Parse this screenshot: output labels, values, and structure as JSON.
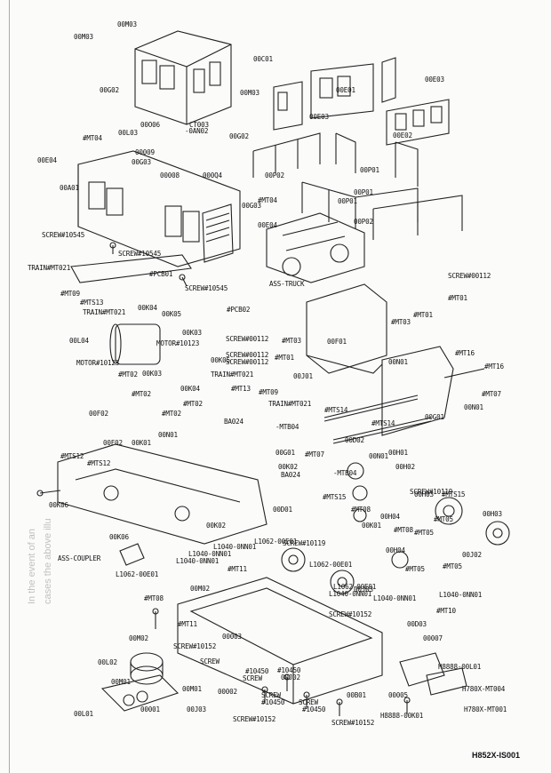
{
  "doc_code": "H852X-IS001",
  "bleed_text": [
    "In the event of an",
    "cases the above illu"
  ],
  "callouts": [
    "00M03",
    "00M03",
    "00G02",
    "00C01",
    "00M03",
    "00E01",
    "00E03",
    "00E03",
    "00E02",
    "00O06",
    "00L03",
    "CT003",
    "-0AN02",
    "00G02",
    "#MT04",
    "00E04",
    "00G03",
    "00009",
    "00008",
    "000Q4",
    "00P02",
    "00P01",
    "00P01",
    "00P01",
    "00P02",
    "00A01",
    "00G03",
    "#MT04",
    "00E04",
    "SCREW#10545",
    "SCREW#10545",
    "ASS-TRUCK",
    "TRAIN#MT021",
    "#PCB01",
    "SCREW#10545",
    "#MT09",
    "#MTS13",
    "TRAIN#MT021",
    "00K04",
    "00K05",
    "#PCB02",
    "SCREW#00112",
    "SCREW#00112",
    "00L04",
    "00K03",
    "MOTOR#10123",
    "SCREW#00112",
    "#MT03",
    "#MT01",
    "#MT01",
    "#MT03",
    "SCREW#00112",
    "#MT01",
    "00F01",
    "00K05",
    "MOTOR#10123",
    "00K03",
    "TRAIN#MT021",
    "#MT02",
    "00K04",
    "#MT13",
    "00N01",
    "#MT16",
    "#MT16",
    "#MT07",
    "00J01",
    "#MT09",
    "TRAIN#MT021",
    "#MT02",
    "00F02",
    "#MT02",
    "#MTS14",
    "00N01",
    "#MT02",
    "00G01",
    "#MTS14",
    "BA024",
    "-MTB04",
    "00N01",
    "00F02",
    "00K01",
    "00D02",
    "00G01",
    "#MT07",
    "00N01",
    "00H01",
    "#MTS12",
    "00D01",
    "00K02",
    "BA024",
    "-MTB04",
    "00H02",
    "#MTS12",
    "00K06",
    "#MTS15",
    "SCREW#10119",
    "00H03",
    "#MTS15",
    "#MT08",
    "00K02",
    "00H03",
    "00K01",
    "#MT08",
    "00K06",
    "00H04",
    "#MT05",
    "SCREW#10119",
    "#MT05",
    "L1062-00E01",
    "L1040-0NN01",
    "L1040-0NN01",
    "ASS-COUPLER",
    "L1062-00E01",
    "L1040-0NN01",
    "00H04",
    "#MT05",
    "L1062-00E01",
    "00J02",
    "#MT11",
    "#MT05",
    "00M02",
    "L1062-00E01",
    "00J03",
    "#MT08",
    "L1040-0NN01",
    "L1040-0NN01",
    "L1040-0NN01",
    "SCREW#10152",
    "#MT11",
    "00D03",
    "00M02",
    "00007",
    "SCREW#10152",
    "00003",
    "00L02",
    "SCREW",
    "#10450",
    "SCREW",
    "#10450",
    "00J02",
    "#MT10",
    "00M01",
    "00002",
    "SCREW",
    "#10450",
    "SCREW",
    "#10450",
    "00B01",
    "H8888-00L01",
    "H780X-MT004",
    "00M01",
    "00L01",
    "00001",
    "00J03",
    "00005",
    "SCREW#10152",
    "SCREW#10152",
    "H8888-00K01",
    "H780X-MT001"
  ]
}
